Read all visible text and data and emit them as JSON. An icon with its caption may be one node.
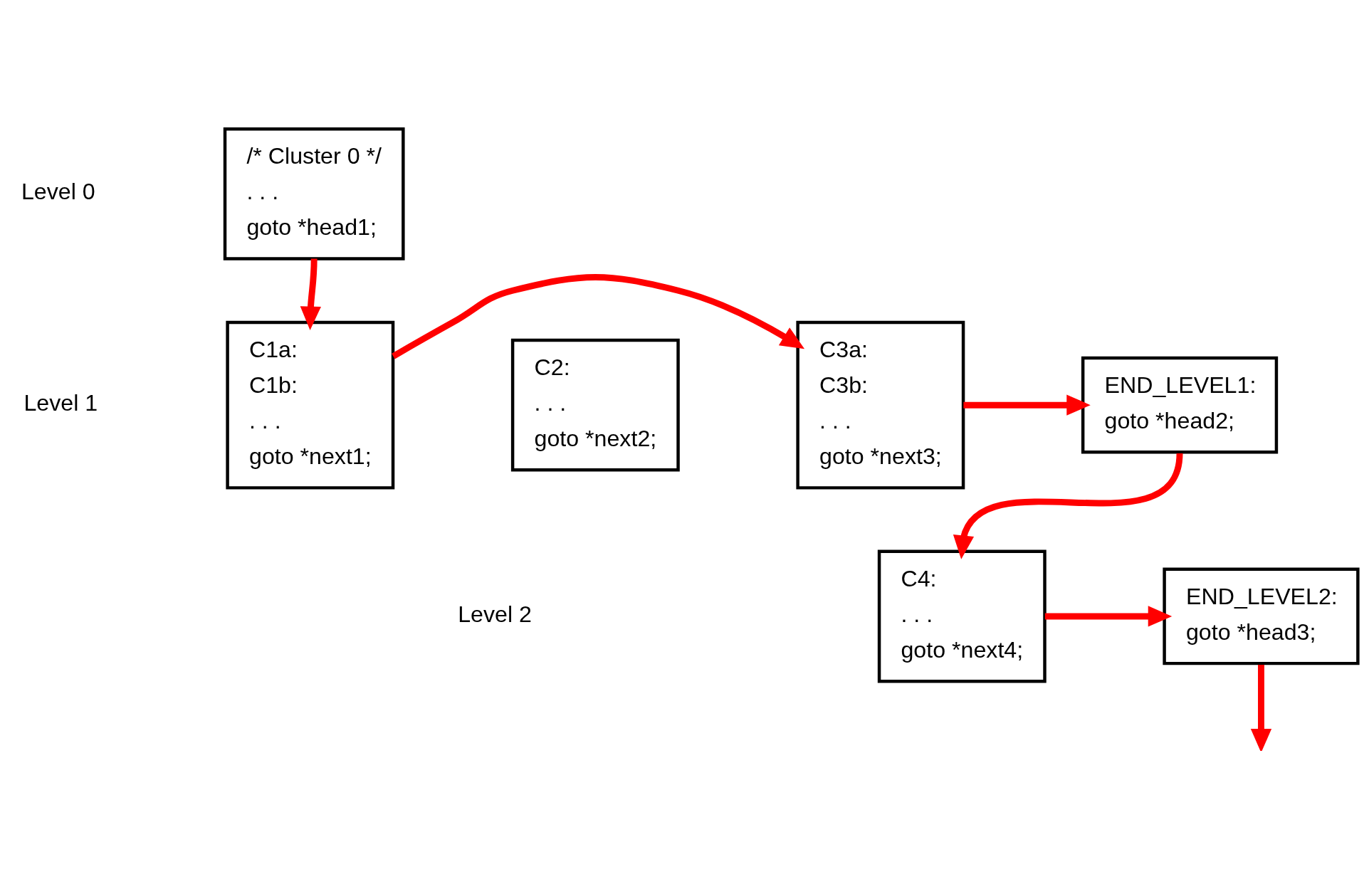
{
  "diagram": {
    "nodes": [
      {
        "text": [
          "/* Cluster 0 */",
          ". . .",
          "goto *head1;"
        ]
      },
      {
        "text": [
          "C1a:",
          "C1b:",
          ". . .",
          "goto *next1;"
        ]
      },
      {
        "text": [
          "C2:",
          ". . .",
          "goto *next2;"
        ]
      },
      {
        "text": [
          "C3a:",
          "C3b:",
          ". . .",
          "goto *next3;"
        ]
      },
      {
        "text": [
          "END_LEVEL1:",
          "goto *head2;"
        ]
      },
      {
        "text": [
          "C4:",
          ". . .",
          "goto *next4;"
        ]
      },
      {
        "text": [
          "END_LEVEL2:",
          "goto *head3;"
        ]
      }
    ],
    "edges": [
      {
        "from": 0,
        "to": 1,
        "arrow": "to"
      },
      {
        "from": 1,
        "to": 3,
        "arrow": "to"
      },
      {
        "from": 3,
        "to": 4,
        "arrow": "to"
      },
      {
        "from": 4,
        "to": 5,
        "arrow": "to"
      },
      {
        "from": 5,
        "to": 6,
        "arrow": "to"
      },
      {
        "from": 6,
        "to": null,
        "arrow": "to"
      }
    ],
    "labels": [
      "Level 0",
      "Level 1",
      "Level 2"
    ]
  }
}
